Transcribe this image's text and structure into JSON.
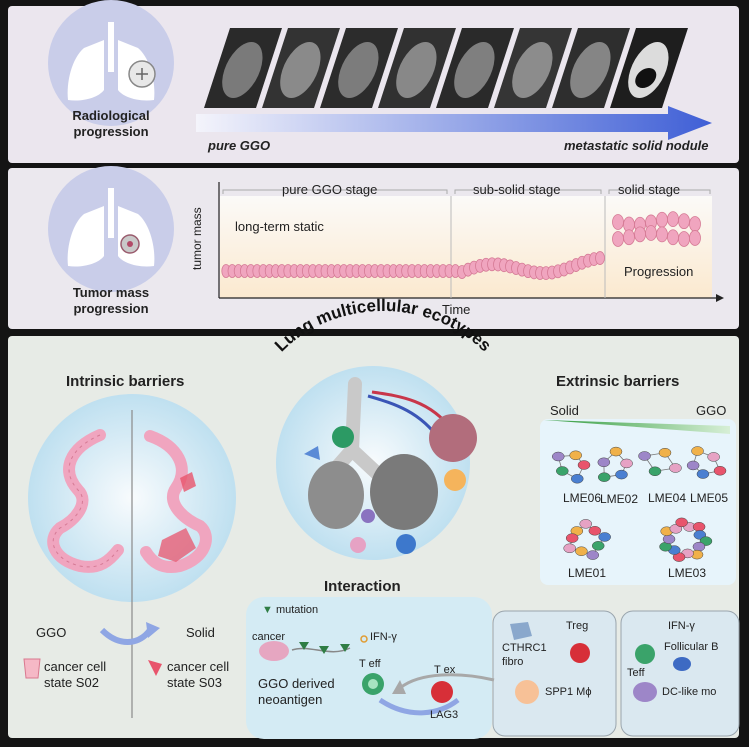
{
  "radiological": {
    "label_line1": "Radiological",
    "label_line2": "progression",
    "start": "pure GGO",
    "end": "metastatic solid nodule"
  },
  "tumor_mass": {
    "label_line1": "Tumor mass",
    "label_line2": "progression",
    "y_axis": "tumor mass",
    "x_axis": "Time",
    "stage_ggo": "pure GGO stage",
    "stage_subsolid": "sub-solid stage",
    "stage_solid": "solid stage",
    "static_note": "long-term static",
    "progression_note": "Progression"
  },
  "ecotypes": {
    "title": "Lung multicellular ecotypes",
    "intrinsic_title": "Intrinsic barriers",
    "extrinsic_title": "Extrinsic barriers",
    "ggo": "GGO",
    "solid": "Solid",
    "cell_s02_line1": "cancer cell",
    "cell_s02_line2": "state S02",
    "cell_s03_line1": "cancer cell",
    "cell_s03_line2": "state S03",
    "gradient_solid": "Solid",
    "gradient_ggo": "GGO",
    "lme": [
      "LME06",
      "LME02",
      "LME04",
      "LME05",
      "LME01",
      "LME03"
    ]
  },
  "interaction": {
    "title": "Interaction",
    "mutation": "mutation",
    "cancer": "cancer",
    "ifn": "IFN-γ",
    "t_eff": "T eff",
    "t_ex": "T ex",
    "neo_line1": "GGO derived",
    "neo_line2": "neoantigen",
    "lag3": "LAG3",
    "cthrc1_line1": "CTHRC1",
    "cthrc1_line2": "fibro",
    "treg": "Treg",
    "spp1": "SPP1 Mϕ",
    "ifn2": "IFN-γ",
    "teff2": "Teff",
    "follicular": "Follicular B",
    "dc": "DC-like mo"
  },
  "colors": {
    "arrow_blue": "#3f5fd6",
    "cell_pink": "#f0a5bf",
    "gradient_green": "#2f9a3c",
    "lung_circle": "#c9cde9"
  }
}
